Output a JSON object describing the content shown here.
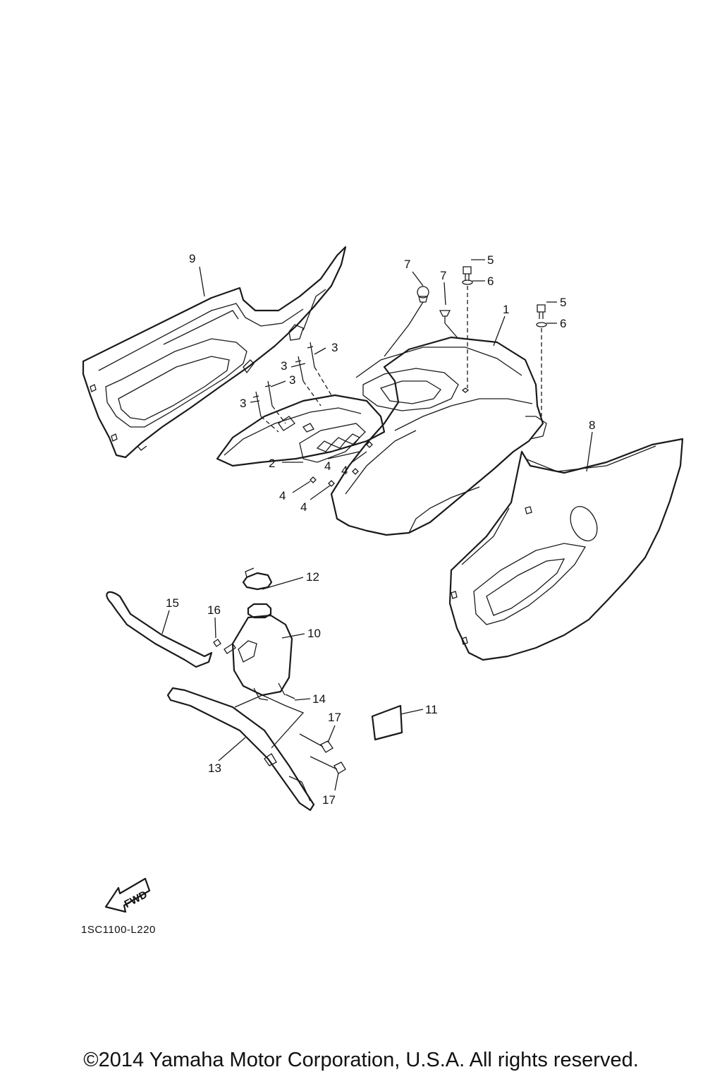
{
  "callouts": [
    {
      "id": "1",
      "label": "1"
    },
    {
      "id": "2",
      "label": "2"
    },
    {
      "id": "3a",
      "label": "3"
    },
    {
      "id": "3b",
      "label": "3"
    },
    {
      "id": "3c",
      "label": "3"
    },
    {
      "id": "3d",
      "label": "3"
    },
    {
      "id": "4a",
      "label": "4"
    },
    {
      "id": "4b",
      "label": "4"
    },
    {
      "id": "4c",
      "label": "4"
    },
    {
      "id": "4d",
      "label": "4"
    },
    {
      "id": "5a",
      "label": "5"
    },
    {
      "id": "5b",
      "label": "5"
    },
    {
      "id": "6a",
      "label": "6"
    },
    {
      "id": "6b",
      "label": "6"
    },
    {
      "id": "7a",
      "label": "7"
    },
    {
      "id": "7b",
      "label": "7"
    },
    {
      "id": "8",
      "label": "8"
    },
    {
      "id": "9",
      "label": "9"
    },
    {
      "id": "10",
      "label": "10"
    },
    {
      "id": "11",
      "label": "11"
    },
    {
      "id": "12",
      "label": "12"
    },
    {
      "id": "13",
      "label": "13"
    },
    {
      "id": "14",
      "label": "14"
    },
    {
      "id": "15",
      "label": "15"
    },
    {
      "id": "16",
      "label": "16"
    },
    {
      "id": "17a",
      "label": "17"
    },
    {
      "id": "17b",
      "label": "17"
    }
  ],
  "fwd_label": "FWD",
  "diagram_code": "1SC1100-L220",
  "copyright": "©2014 Yamaha Motor Corporation, U.S.A. All rights reserved."
}
